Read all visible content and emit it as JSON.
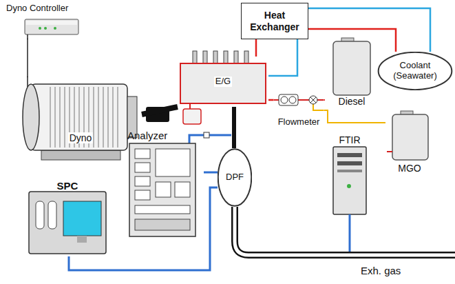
{
  "diagram": {
    "nodes": [
      {
        "text": [
          "Dyno Controller"
        ]
      },
      {
        "text": [
          "Heat Exchanger"
        ]
      },
      {
        "text": [
          "Dyno"
        ]
      },
      {
        "text": [
          "E/G"
        ]
      },
      {
        "text": [
          "Diesel"
        ]
      },
      {
        "text": [
          "Coolant (Seawater)"
        ]
      },
      {
        "text": [
          "Flowmeter"
        ]
      },
      {
        "text": [
          "MGO"
        ]
      },
      {
        "text": [
          "Analyzer"
        ]
      },
      {
        "text": [
          "DPF"
        ]
      },
      {
        "text": [
          "FTIR"
        ]
      },
      {
        "text": [
          "SPC"
        ]
      }
    ],
    "edges": [
      {
        "from": 0,
        "to": 2,
        "arrow": "none"
      },
      {
        "from": 2,
        "to": 3,
        "arrow": "none"
      },
      {
        "from": 3,
        "to": 1,
        "arrow": "none"
      },
      {
        "from": 1,
        "to": 3,
        "arrow": "none"
      },
      {
        "from": 1,
        "to": 5,
        "arrow": "none"
      },
      {
        "from": 1,
        "to": 5,
        "arrow": "none"
      },
      {
        "from": 4,
        "to": 6,
        "arrow": "none"
      },
      {
        "from": 7,
        "to": 6,
        "arrow": "none"
      },
      {
        "from": 6,
        "to": 3,
        "arrow": "none"
      },
      {
        "from": 3,
        "to": 9,
        "arrow": "none"
      },
      {
        "from": 9,
        "to": 8,
        "arrow": "none"
      },
      {
        "from": 9,
        "to": 11,
        "arrow": "none"
      }
    ],
    "labels": [
      "Exh. gas"
    ]
  }
}
